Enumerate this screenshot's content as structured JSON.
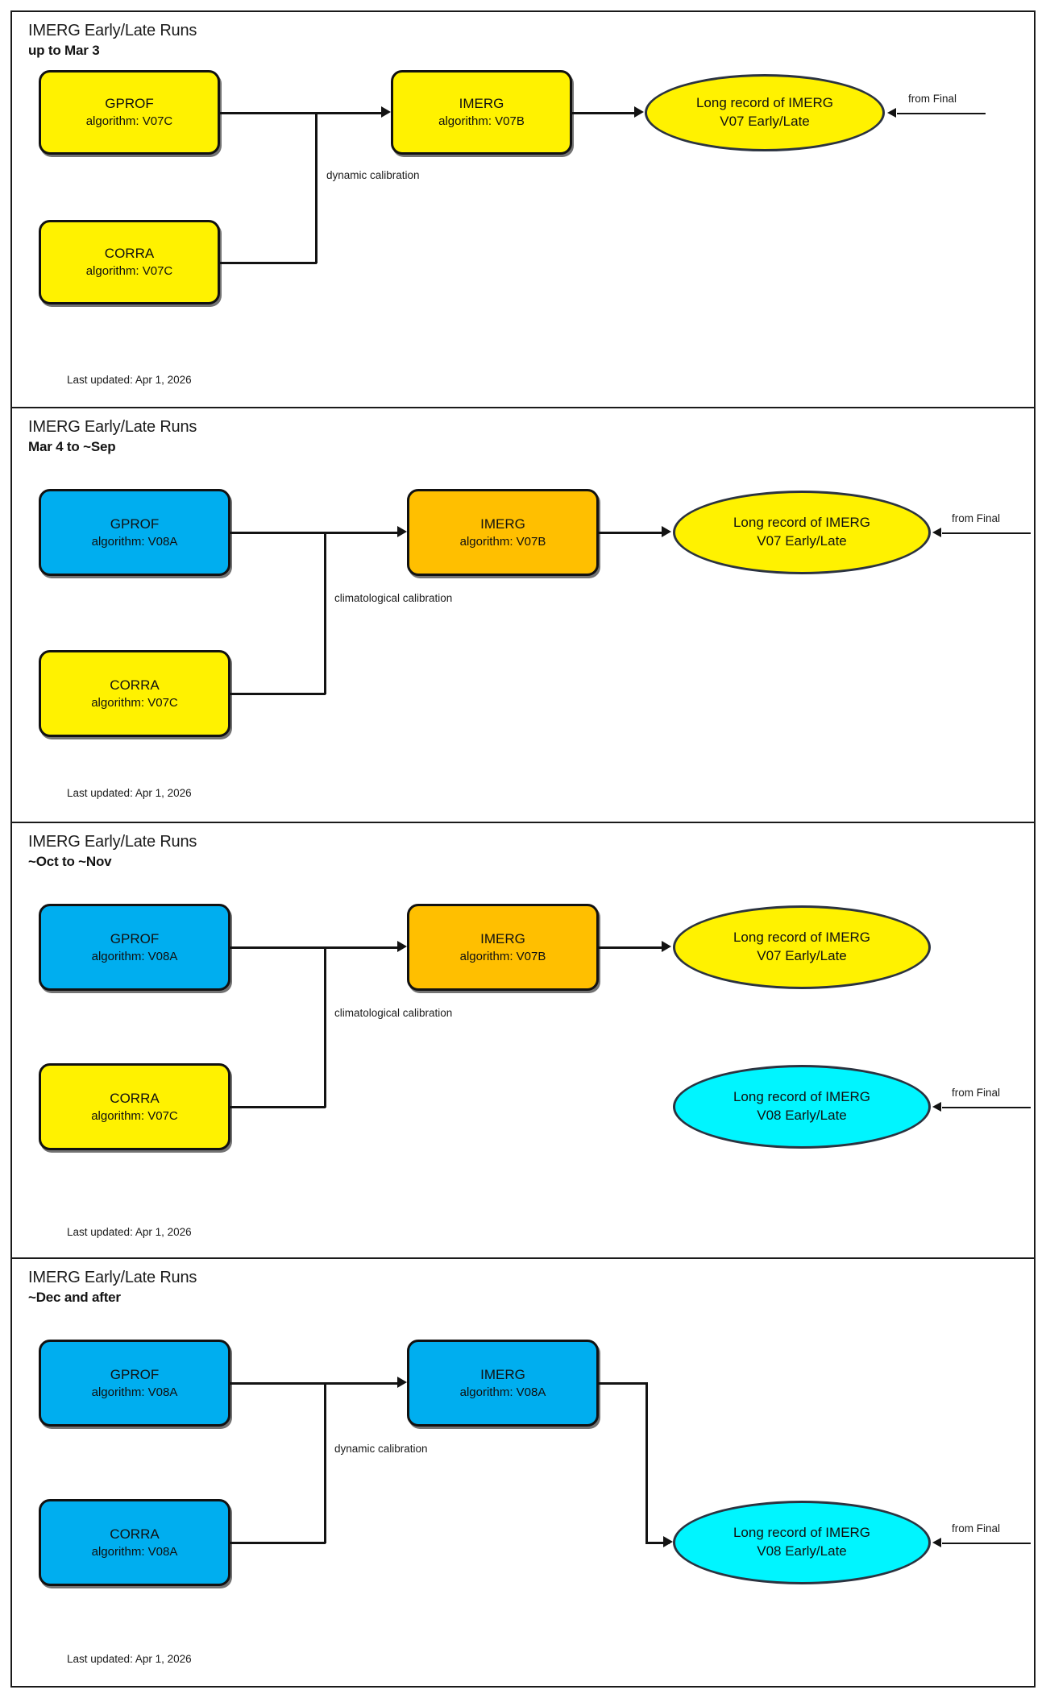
{
  "colors": {
    "yellow": "#FFF200",
    "blue": "#00AEEF",
    "orange": "#FFBF00",
    "cyan": "#00F5FF",
    "stroke": "#111111",
    "ellipse_stroke": "#2b3340",
    "background": "#FFFFFF"
  },
  "chart_data": {
    "type": "diagram",
    "title": "IMERG Early/Late Runs processing timeline",
    "panels": [
      {
        "title": "IMERG Early/Late Runs",
        "subtitle": "up to Mar 3",
        "nodes": [
          {
            "id": "gprof",
            "shape": "rounded-box",
            "label": "GPROF",
            "sublabel": "algorithm: V07C",
            "color": "#FFF200"
          },
          {
            "id": "corra",
            "shape": "rounded-box",
            "label": "CORRA",
            "sublabel": "algorithm: V07C",
            "color": "#FFF200"
          },
          {
            "id": "imerg",
            "shape": "rounded-box",
            "label": "IMERG",
            "sublabel": "algorithm: V07B",
            "color": "#FFF200"
          },
          {
            "id": "record_v07",
            "shape": "ellipse",
            "label": "Long record of IMERG",
            "sublabel": "V07 Early/Late",
            "color": "#FFF200"
          }
        ],
        "edges": [
          {
            "from": "gprof",
            "to": "imerg",
            "label": "dynamic calibration"
          },
          {
            "from": "corra",
            "to": "imerg",
            "label": ""
          },
          {
            "from": "imerg",
            "to": "record_v07",
            "label": ""
          },
          {
            "from": "external",
            "to": "record_v07",
            "label": "from Final"
          }
        ],
        "footnote": "Last updated: Apr 1, 2026"
      },
      {
        "title": "IMERG Early/Late Runs",
        "subtitle": "Mar 4 to ~Sep",
        "nodes": [
          {
            "id": "gprof",
            "shape": "rounded-box",
            "label": "GPROF",
            "sublabel": "algorithm: V08A",
            "color": "#00AEEF"
          },
          {
            "id": "corra",
            "shape": "rounded-box",
            "label": "CORRA",
            "sublabel": "algorithm: V07C",
            "color": "#FFF200"
          },
          {
            "id": "imerg",
            "shape": "rounded-box",
            "label": "IMERG",
            "sublabel": "algorithm: V07B",
            "color": "#FFBF00"
          },
          {
            "id": "record_v07",
            "shape": "ellipse",
            "label": "Long record of IMERG",
            "sublabel": "V07 Early/Late",
            "color": "#FFF200"
          }
        ],
        "edges": [
          {
            "from": "gprof",
            "to": "imerg",
            "label": "climatological calibration"
          },
          {
            "from": "corra",
            "to": "imerg",
            "label": ""
          },
          {
            "from": "imerg",
            "to": "record_v07",
            "label": ""
          },
          {
            "from": "external",
            "to": "record_v07",
            "label": "from Final"
          }
        ],
        "footnote": "Last updated: Apr 1, 2026"
      },
      {
        "title": "IMERG Early/Late Runs",
        "subtitle": "~Oct to ~Nov",
        "nodes": [
          {
            "id": "gprof",
            "shape": "rounded-box",
            "label": "GPROF",
            "sublabel": "algorithm: V08A",
            "color": "#00AEEF"
          },
          {
            "id": "corra",
            "shape": "rounded-box",
            "label": "CORRA",
            "sublabel": "algorithm: V07C",
            "color": "#FFF200"
          },
          {
            "id": "imerg",
            "shape": "rounded-box",
            "label": "IMERG",
            "sublabel": "algorithm: V07B",
            "color": "#FFBF00"
          },
          {
            "id": "record_v07",
            "shape": "ellipse",
            "label": "Long record of IMERG",
            "sublabel": "V07 Early/Late",
            "color": "#FFF200"
          },
          {
            "id": "record_v08",
            "shape": "ellipse",
            "label": "Long record of IMERG",
            "sublabel": "V08 Early/Late",
            "color": "#00F5FF"
          }
        ],
        "edges": [
          {
            "from": "gprof",
            "to": "imerg",
            "label": "climatological calibration"
          },
          {
            "from": "corra",
            "to": "imerg",
            "label": ""
          },
          {
            "from": "imerg",
            "to": "record_v07",
            "label": ""
          },
          {
            "from": "external",
            "to": "record_v08",
            "label": "from Final"
          }
        ],
        "footnote": "Last updated: Apr 1, 2026"
      },
      {
        "title": "IMERG Early/Late Runs",
        "subtitle": "~Dec and after",
        "nodes": [
          {
            "id": "gprof",
            "shape": "rounded-box",
            "label": "GPROF",
            "sublabel": "algorithm: V08A",
            "color": "#00AEEF"
          },
          {
            "id": "corra",
            "shape": "rounded-box",
            "label": "CORRA",
            "sublabel": "algorithm: V08A",
            "color": "#00AEEF"
          },
          {
            "id": "imerg",
            "shape": "rounded-box",
            "label": "IMERG",
            "sublabel": "algorithm: V08A",
            "color": "#00AEEF"
          },
          {
            "id": "record_v08",
            "shape": "ellipse",
            "label": "Long record of IMERG",
            "sublabel": "V08 Early/Late",
            "color": "#00F5FF"
          }
        ],
        "edges": [
          {
            "from": "gprof",
            "to": "imerg",
            "label": "dynamic calibration"
          },
          {
            "from": "corra",
            "to": "imerg",
            "label": ""
          },
          {
            "from": "imerg",
            "to": "record_v08",
            "label": ""
          },
          {
            "from": "external",
            "to": "record_v08",
            "label": "from Final"
          }
        ],
        "footnote": "Last updated: Apr 1, 2026"
      }
    ]
  },
  "panels": [
    {
      "title": "IMERG Early/Late Runs",
      "subtitle": "up to Mar 3",
      "gprof": {
        "label": "GPROF",
        "sublabel": "algorithm: V07C"
      },
      "corra": {
        "label": "CORRA",
        "sublabel": "algorithm: V07C"
      },
      "imerg": {
        "label": "IMERG",
        "sublabel": "algorithm: V07B"
      },
      "record_v07": {
        "line1": "Long record of IMERG",
        "line2": "V07 Early/Late"
      },
      "calibration_label": "dynamic calibration",
      "from_final_label": "from Final",
      "footnote": "Last updated: Apr 1, 2026"
    },
    {
      "title": "IMERG Early/Late Runs",
      "subtitle": "Mar 4 to ~Sep",
      "gprof": {
        "label": "GPROF",
        "sublabel": "algorithm: V08A"
      },
      "corra": {
        "label": "CORRA",
        "sublabel": "algorithm: V07C"
      },
      "imerg": {
        "label": "IMERG",
        "sublabel": "algorithm: V07B"
      },
      "record_v07": {
        "line1": "Long record of IMERG",
        "line2": "V07 Early/Late"
      },
      "calibration_label": "climatological calibration",
      "from_final_label": "from Final",
      "footnote": "Last updated: Apr 1, 2026"
    },
    {
      "title": "IMERG Early/Late Runs",
      "subtitle": "~Oct to ~Nov",
      "gprof": {
        "label": "GPROF",
        "sublabel": "algorithm: V08A"
      },
      "corra": {
        "label": "CORRA",
        "sublabel": "algorithm: V07C"
      },
      "imerg": {
        "label": "IMERG",
        "sublabel": "algorithm: V07B"
      },
      "record_v07": {
        "line1": "Long record of IMERG",
        "line2": "V07 Early/Late"
      },
      "record_v08": {
        "line1": "Long record of IMERG",
        "line2": "V08 Early/Late"
      },
      "calibration_label": "climatological calibration",
      "from_final_label": "from Final",
      "footnote": "Last updated: Apr 1, 2026"
    },
    {
      "title": "IMERG Early/Late Runs",
      "subtitle": "~Dec and after",
      "gprof": {
        "label": "GPROF",
        "sublabel": "algorithm: V08A"
      },
      "corra": {
        "label": "CORRA",
        "sublabel": "algorithm: V08A"
      },
      "imerg": {
        "label": "IMERG",
        "sublabel": "algorithm: V08A"
      },
      "record_v08": {
        "line1": "Long record of IMERG",
        "line2": "V08 Early/Late"
      },
      "calibration_label": "dynamic calibration",
      "from_final_label": "from Final",
      "footnote": "Last updated: Apr 1, 2026"
    }
  ]
}
